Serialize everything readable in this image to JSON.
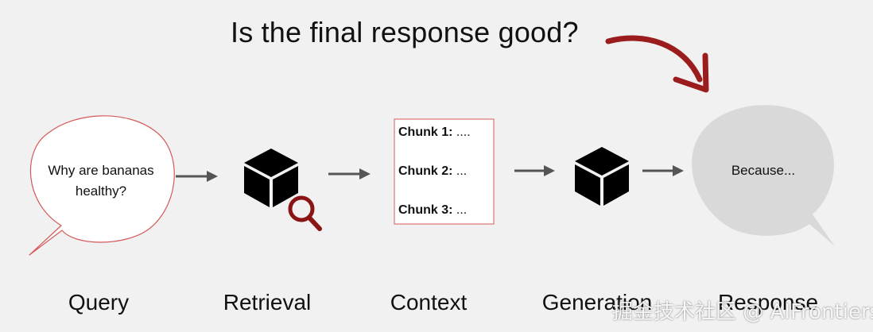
{
  "title": "Is the final response good?",
  "query_bubble": {
    "text": "Why are bananas healthy?"
  },
  "context": {
    "chunks": [
      {
        "label": "Chunk 1:",
        "suffix": "...."
      },
      {
        "label": "Chunk 2:",
        "suffix": "..."
      },
      {
        "label": "Chunk 3:",
        "suffix": "..."
      }
    ]
  },
  "response_bubble": {
    "text": "Because..."
  },
  "stages": [
    "Query",
    "Retrieval",
    "Context",
    "Generation",
    "Response"
  ],
  "watermark": "掘金技术社区 @ AIFrontiers",
  "colors": {
    "background": "#f1f1f1",
    "accent_red": "#9b1c1c",
    "query_bubble_border": "#d45a5a",
    "response_bubble_fill": "#d9d9d9",
    "arrow_gray": "#555555",
    "icon_black": "#000000"
  },
  "icons": [
    "cube-icon",
    "magnifier-icon",
    "cube-icon"
  ]
}
